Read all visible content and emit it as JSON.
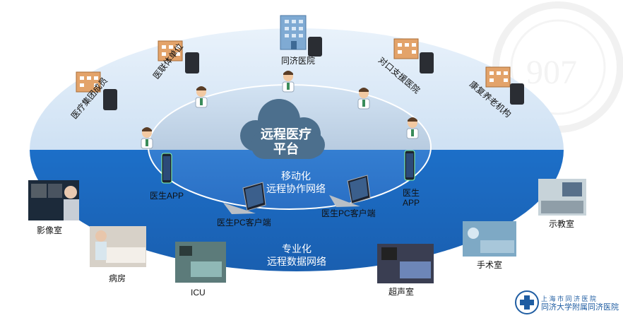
{
  "outer_ring_nodes": {
    "hospital_center": "同济医院",
    "consortium": "医联体单位",
    "group_member": "医疗集团成员",
    "pairing": "对口支援医院",
    "rehab": "康复养老机构"
  },
  "cloud": {
    "line1": "远程医疗",
    "line2": "平台"
  },
  "mobile_network": {
    "line1": "移动化",
    "line2": "远程协作网络"
  },
  "data_network": {
    "line1": "专业化",
    "line2": "远程数据网络"
  },
  "doctor_app_left": "医生APP",
  "doctor_app_right": {
    "line1": "医生",
    "line2": "APP"
  },
  "pc_client_left": "医生PC客户端",
  "pc_client_right": "医生PC客户端",
  "departments": {
    "imaging": "影像室",
    "ward": "病房",
    "icu": "ICU",
    "ultrasound": "超声室",
    "surgery": "手术室",
    "teaching": "示教室"
  },
  "logo": {
    "line1": "上 海 市 同 济 医 院",
    "line2": "同济大学附属同济医院"
  },
  "colors": {
    "top_ellipse": "#cfe0f2",
    "bottom_half": "#2b7fd6",
    "inner_top": "#b6c8dc",
    "cloud": "#4f7391",
    "building": "#e3a36a",
    "hospital_building": "#7aa8d4",
    "server": "#2a2d33"
  }
}
